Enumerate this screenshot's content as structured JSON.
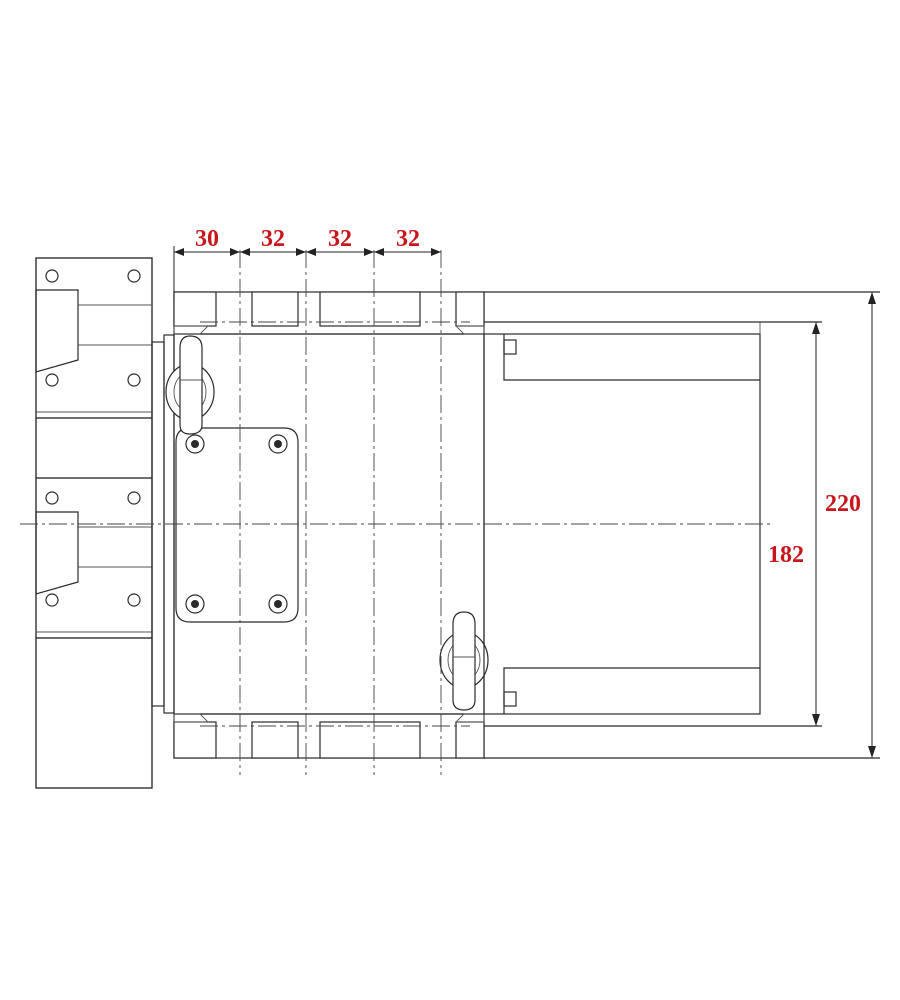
{
  "dimensions": {
    "horizontal": [
      "30",
      "32",
      "32",
      "32"
    ],
    "inner_height": "182",
    "outer_height": "220"
  },
  "colors": {
    "dimension_text": "#c8161d",
    "line": "#2b2b2b"
  }
}
